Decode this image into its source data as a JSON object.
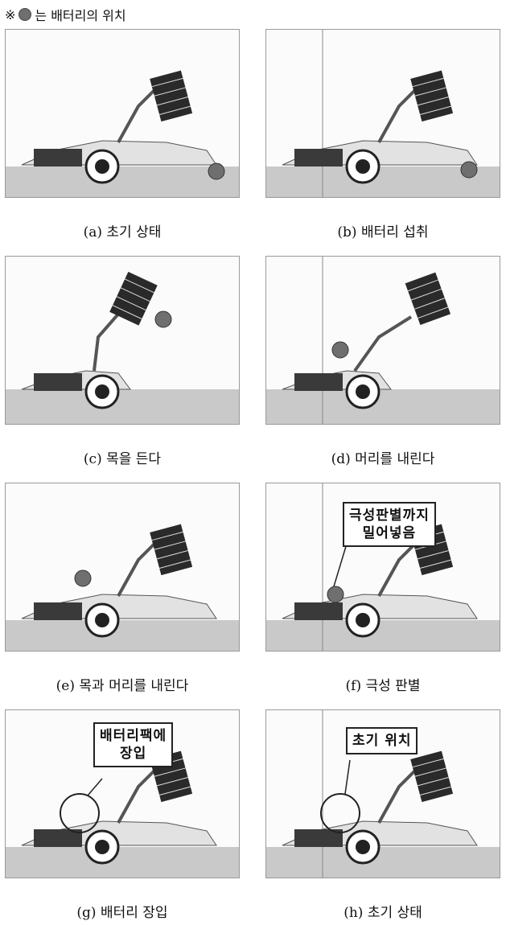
{
  "legend": {
    "prefix": "※",
    "text": "는 배터리의 위치",
    "battery_color": "#6f6f6f"
  },
  "panels": [
    {
      "caption": "(a) 초기 상태"
    },
    {
      "caption": "(b) 배터리 섭취"
    },
    {
      "caption": "(c) 목을 든다"
    },
    {
      "caption": "(d) 머리를 내린다"
    },
    {
      "caption": "(e) 목과 머리를 내린다"
    },
    {
      "caption": "(f) 극성 판별",
      "callout": [
        "극성판별까지",
        "밀어넣음"
      ]
    },
    {
      "caption": "(g) 배터리 장입",
      "callout": [
        "배터리팩에",
        "장입"
      ]
    },
    {
      "caption": "(h) 초기 상태",
      "callout": [
        "초기 위치"
      ]
    }
  ]
}
